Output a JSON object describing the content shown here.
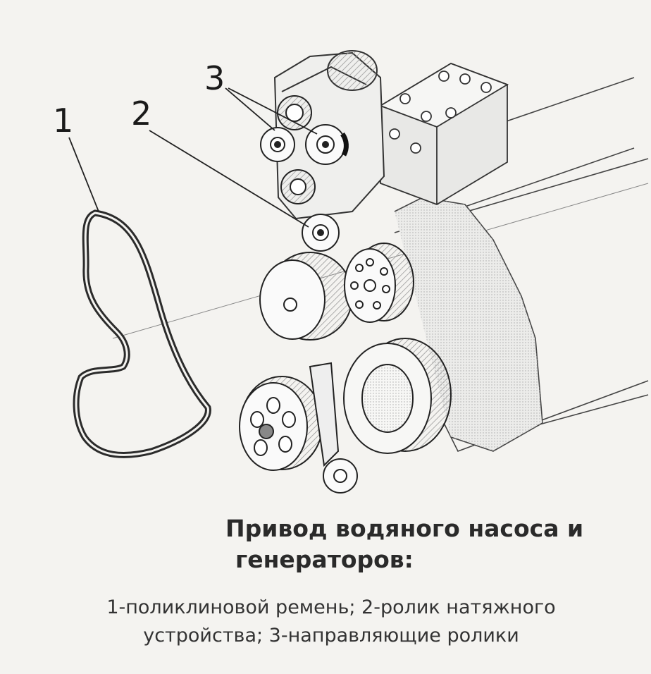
{
  "callouts": {
    "belt": "1",
    "tensioner": "2",
    "guides": "3"
  },
  "title": {
    "line1": "Привод водяного насоса и",
    "line2": "генераторов:"
  },
  "caption": {
    "line1": "1-поликлиновой ремень;  2-ролик натяжного",
    "line2": "устройства; 3-направляющие ролики"
  },
  "colors": {
    "background": "#f4f3f0",
    "ink": "#222222",
    "belt": "#2b2b2b",
    "shading": "#bdbdbd"
  }
}
